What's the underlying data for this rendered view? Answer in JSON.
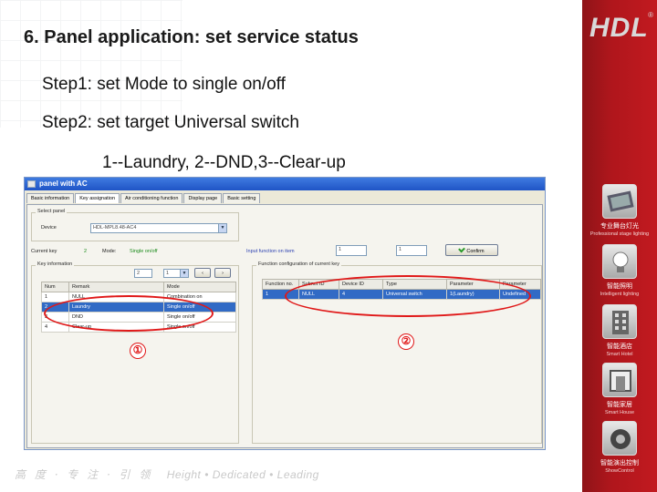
{
  "slide": {
    "title": "6. Panel application: set service status",
    "step1": "Step1: set Mode to single on/off",
    "step2": "Step2: set target Universal switch",
    "step_sub": "1--Laundry, 2--DND,3--Clear-up",
    "footer_cn": "高 度 · 专 注 · 引 领",
    "footer_en": "Height • Dedicated • Leading",
    "marker1": "①",
    "marker2": "②"
  },
  "brand": {
    "logo": "HDL",
    "logo_mark": "®",
    "items": [
      {
        "cn": "专业舞台灯光",
        "en": "Professional stage lighting",
        "icon": "stage-lighting-icon"
      },
      {
        "cn": "智能照明",
        "en": "Intelligent lighting",
        "icon": "bulb-icon"
      },
      {
        "cn": "智能酒店",
        "en": "Smart Hotel",
        "icon": "hotel-icon"
      },
      {
        "cn": "智能家居",
        "en": "Smart House",
        "icon": "house-icon"
      },
      {
        "cn": "智能演出控制",
        "en": "ShowControl",
        "icon": "show-control-icon"
      }
    ]
  },
  "window": {
    "title": "panel with AC",
    "tabs": [
      "Basic information",
      "Key assignation",
      "Air conditioning function",
      "Display page",
      "Basic setting"
    ],
    "select_panel": {
      "label": "Select panel",
      "device_label": "Device",
      "device_value": "HDL-MPL8.48-AC4"
    },
    "current_key": {
      "label": "Current key",
      "key_value": "2",
      "mode_label": "Mode:",
      "mode_value": "Single on/off"
    },
    "input_function": {
      "label": "Input function on item",
      "from": "1",
      "to": "1",
      "confirm": "Confirm"
    },
    "key_info": {
      "label": "Key information",
      "spinner": "2",
      "pager": "1",
      "columns": [
        "Num",
        "Remark",
        "Mode"
      ],
      "rows": [
        {
          "num": "1",
          "remark": "NULL",
          "mode": "Combination on",
          "selected": false
        },
        {
          "num": "2",
          "remark": "Laundry",
          "mode": "Single on/off",
          "selected": true
        },
        {
          "num": "3",
          "remark": "DND",
          "mode": "Single on/off",
          "selected": false
        },
        {
          "num": "4",
          "remark": "Clear-up",
          "mode": "Single on/off",
          "selected": false
        }
      ]
    },
    "function_config": {
      "label": "Function configuration of current key",
      "columns": [
        "Function no.",
        "Subnet ID",
        "Device ID",
        "Type",
        "Parameter",
        "Parameter"
      ],
      "rows": [
        {
          "no": "1",
          "subnet": "NULL",
          "device": "4",
          "type": "Universal switch",
          "param1": "1(Laundry)",
          "param2": "Undefined",
          "selected": true
        }
      ]
    }
  }
}
